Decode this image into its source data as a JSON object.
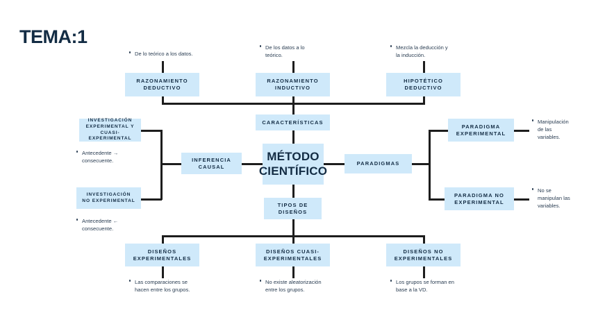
{
  "page": {
    "title": "TEMA:1",
    "accent_box_fill": "#cfe9fa",
    "text_color": "#132c44",
    "connector_color": "#1d1d1d",
    "background": "#ffffff"
  },
  "nodes": {
    "razonamiento_deductivo": "RAZONAMIENTO\nDEDUCTIVO",
    "razonamiento_inductivo": "RAZONAMIENTO\nINDUCTIVO",
    "hipotetico_deductivo": "HIPOTÉTICO\nDEDUCTIVO",
    "caracteristicas": "CARACTERÍSTICAS",
    "metodo_cientifico": "MÉTODO\nCIENTÍFICO",
    "tipos_de_disenos": "TIPOS DE\nDISEÑOS",
    "inferencia_causal": "INFERENCIA\nCAUSAL",
    "investigacion_exp_cuasi": "INVESTIGACIÓN\nEXPERIMENTAL Y\nCUASI-EXPERIMENTAL",
    "investigacion_no_exp": "INVESTIGACIÓN\nNO EXPERIMENTAL",
    "paradigmas": "PARADIGMAS",
    "paradigma_experimental": "PARADIGMA\nEXPERIMENTAL",
    "paradigma_no_experimental": "PARADIGMA NO\nEXPERIMENTAL",
    "disenos_experimentales": "DISEÑOS\nEXPERIMENTALES",
    "disenos_cuasi_experimentales": "DISEÑOS CUASI-\nEXPERIMENTALES",
    "disenos_no_experimentales": "DISEÑOS NO\nEXPERIMENTALES"
  },
  "notes": {
    "deductivo": "De lo teórico a los datos.",
    "inductivo": "De los datos a lo\nteórico.",
    "hipotetico": "Mezcla la deducción y\nla inducción.",
    "antecedente_consecuente": "Antecedente →\nconsecuente.",
    "antecedente_consecuente_inv": "Antecedente ←\nconsecuente.",
    "manipulacion_variables": "Manipulación\nde las\nvariables.",
    "no_manipulan_variables": "No se\nmanipulan las\nvariables.",
    "comparaciones_grupos": "Las comparaciones se\nhacen entre los grupos.",
    "no_aleatorizacion": "No existe aleatorización\nentre los grupos.",
    "grupos_vd": "Los grupos se forman en\nbase a la VD."
  }
}
